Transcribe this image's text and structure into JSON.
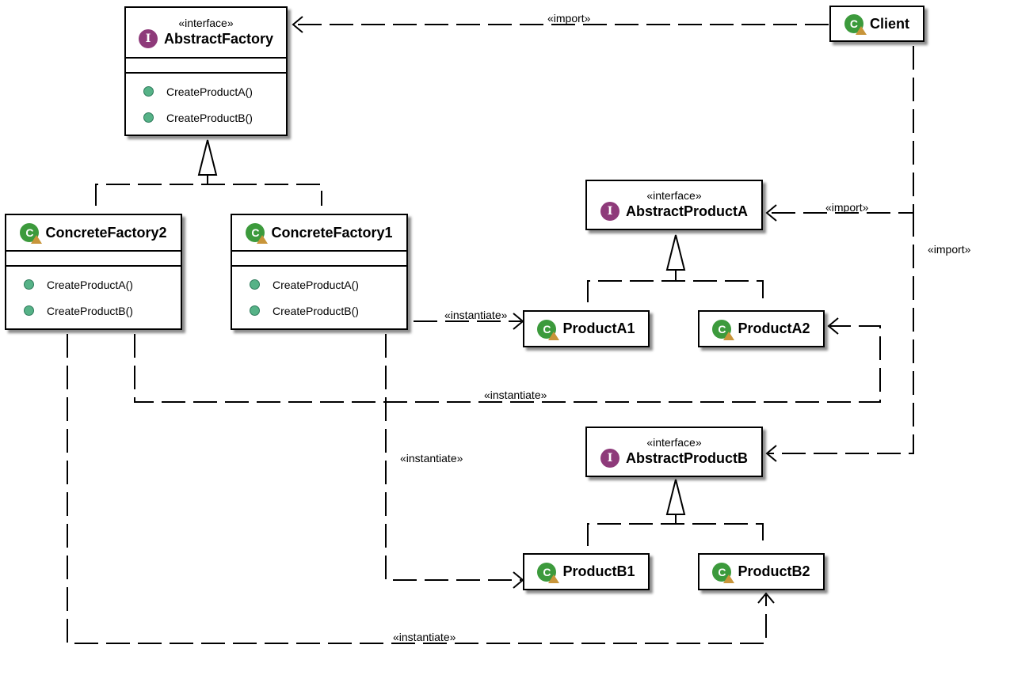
{
  "stereotypes": {
    "interface": "«interface»",
    "import": "«import»",
    "instantiate": "«instantiate»"
  },
  "classes": {
    "abstract_factory": {
      "kind": "interface",
      "name": "AbstractFactory",
      "methods": [
        "CreateProductA()",
        "CreateProductB()"
      ]
    },
    "client": {
      "kind": "class",
      "name": "Client"
    },
    "concrete_factory2": {
      "kind": "class",
      "name": "ConcreteFactory2",
      "methods": [
        "CreateProductA()",
        "CreateProductB()"
      ]
    },
    "concrete_factory1": {
      "kind": "class",
      "name": "ConcreteFactory1",
      "methods": [
        "CreateProductA()",
        "CreateProductB()"
      ]
    },
    "abstract_product_a": {
      "kind": "interface",
      "name": "AbstractProductA"
    },
    "abstract_product_b": {
      "kind": "interface",
      "name": "AbstractProductB"
    },
    "product_a1": {
      "kind": "class",
      "name": "ProductA1"
    },
    "product_a2": {
      "kind": "class",
      "name": "ProductA2"
    },
    "product_b1": {
      "kind": "class",
      "name": "ProductB1"
    },
    "product_b2": {
      "kind": "class",
      "name": "ProductB2"
    }
  },
  "icons": {
    "interface": "interface-icon",
    "class": "class-icon",
    "method": "public-method-icon"
  },
  "colors": {
    "interface_icon": "#8e3a7a",
    "class_icon": "#3c9a3c",
    "method_dot": "#56b287"
  },
  "relations": [
    {
      "from": "client",
      "to": "abstract_factory",
      "label": "«import»"
    },
    {
      "from": "client",
      "to": "abstract_product_a",
      "label": "«import»"
    },
    {
      "from": "client",
      "to": "abstract_product_b",
      "label": "«import»"
    },
    {
      "from": "concrete_factory1",
      "to": "product_a1",
      "label": "«instantiate»"
    },
    {
      "from": "concrete_factory1",
      "to": "product_b1",
      "label": "«instantiate»"
    },
    {
      "from": "concrete_factory2",
      "to": "product_a2",
      "label": "«instantiate»"
    },
    {
      "from": "concrete_factory2",
      "to": "product_b2",
      "label": "«instantiate»"
    },
    {
      "from": "concrete_factory1",
      "to": "abstract_factory",
      "type": "realization"
    },
    {
      "from": "concrete_factory2",
      "to": "abstract_factory",
      "type": "realization"
    },
    {
      "from": "product_a1",
      "to": "abstract_product_a",
      "type": "realization"
    },
    {
      "from": "product_a2",
      "to": "abstract_product_a",
      "type": "realization"
    },
    {
      "from": "product_b1",
      "to": "abstract_product_b",
      "type": "realization"
    },
    {
      "from": "product_b2",
      "to": "abstract_product_b",
      "type": "realization"
    }
  ]
}
